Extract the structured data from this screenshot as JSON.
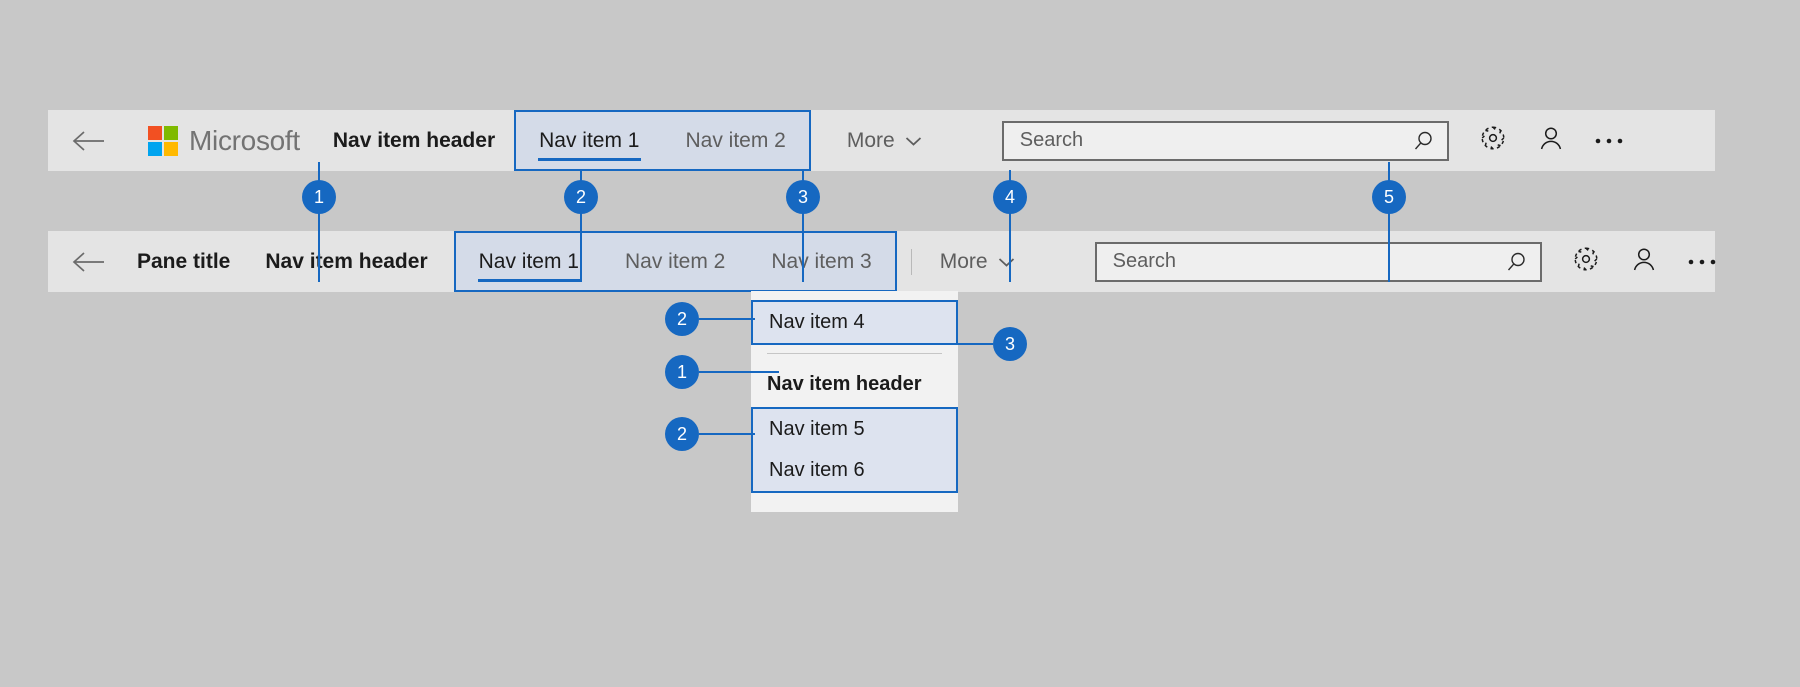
{
  "palette": {
    "page_bg": "#c8c8c8",
    "bar_bg": "#e4e4e4",
    "accent_blue": "#1668c1",
    "highlight_fill": "#d4dbe8",
    "flyout_bg": "#f2f2f2",
    "flyout_highlight": "#dde3ef",
    "ms_red": "#f25022",
    "ms_green": "#7fba00",
    "ms_blue": "#00a4ef",
    "ms_yellow": "#ffb900",
    "text_primary": "#1b1b1b",
    "text_secondary": "#5e5e5e"
  },
  "navbar_top": {
    "back_icon": "back-arrow-icon",
    "brand": "Microsoft",
    "nav_item_header": "Nav item header",
    "nav_items": [
      {
        "label": "Nav item 1",
        "selected": true
      },
      {
        "label": "Nav item 2",
        "selected": false
      }
    ],
    "more_label": "More",
    "more_chevron": "chevron-down-icon",
    "search_placeholder": "Search",
    "search_value": "",
    "search_icon": "search-icon",
    "settings_icon": "gear-icon",
    "account_icon": "person-icon",
    "overflow_icon": "ellipsis-icon"
  },
  "navbar_bottom": {
    "back_icon": "back-arrow-icon",
    "pane_title": "Pane title",
    "nav_item_header": "Nav item header",
    "nav_items": [
      {
        "label": "Nav item 1",
        "selected": true
      },
      {
        "label": "Nav item 2",
        "selected": false
      },
      {
        "label": "Nav item 3",
        "selected": false
      }
    ],
    "more_label": "More",
    "more_chevron": "chevron-down-icon",
    "search_placeholder": "Search",
    "search_value": "",
    "search_icon": "search-icon",
    "settings_icon": "gear-icon",
    "account_icon": "person-icon",
    "overflow_icon": "ellipsis-icon"
  },
  "flyout": {
    "group_top": [
      {
        "label": "Nav item 4"
      }
    ],
    "header": "Nav item header",
    "group_bottom": [
      {
        "label": "Nav item 5"
      },
      {
        "label": "Nav item 6"
      }
    ]
  },
  "callouts": {
    "top_row": [
      {
        "number": "1"
      },
      {
        "number": "2"
      },
      {
        "number": "3"
      },
      {
        "number": "4"
      },
      {
        "number": "5"
      }
    ],
    "flyout_row": [
      {
        "number": "2"
      },
      {
        "number": "1"
      },
      {
        "number": "2"
      },
      {
        "number": "3"
      }
    ]
  }
}
